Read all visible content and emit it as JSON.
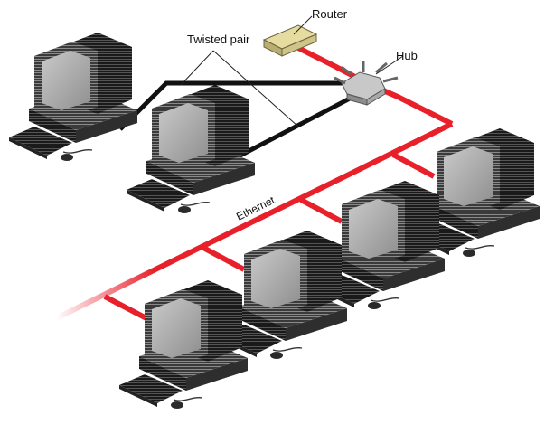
{
  "labels": {
    "router": "Router",
    "hub": "Hub",
    "twisted_pair": "Twisted pair",
    "ethernet": "Ethernet"
  },
  "colors": {
    "ethernet_cable": "#e8202a",
    "twisted_pair_cable": "#111111",
    "router_body": "#e6dca0",
    "hub_body": "#c8c8c8"
  },
  "nodes": [
    {
      "id": "router",
      "icon": "router-icon"
    },
    {
      "id": "hub",
      "icon": "hub-icon"
    },
    {
      "id": "pc-1",
      "icon": "desktop-computer-icon",
      "link": "twisted pair"
    },
    {
      "id": "pc-2",
      "icon": "desktop-computer-icon",
      "link": "twisted pair"
    },
    {
      "id": "pc-3",
      "icon": "desktop-computer-icon",
      "link": "ethernet"
    },
    {
      "id": "pc-4",
      "icon": "desktop-computer-icon",
      "link": "ethernet"
    },
    {
      "id": "pc-5",
      "icon": "desktop-computer-icon",
      "link": "ethernet"
    },
    {
      "id": "pc-6",
      "icon": "desktop-computer-icon",
      "link": "ethernet"
    }
  ]
}
